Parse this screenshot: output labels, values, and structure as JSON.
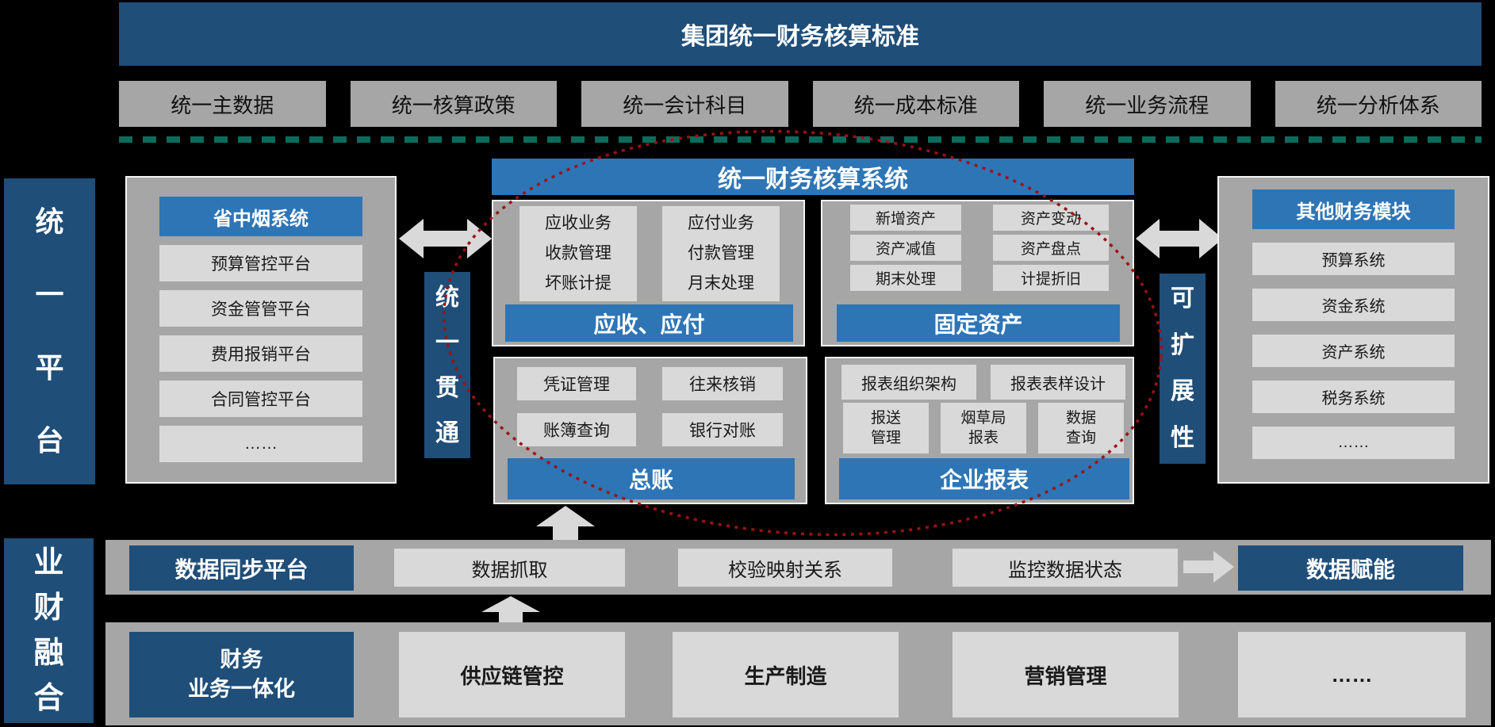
{
  "title_banner": "集团统一财务核算标准",
  "standards": [
    "统一主数据",
    "统一核算政策",
    "统一会计科目",
    "统一成本标准",
    "统一业务流程",
    "统一分析体系"
  ],
  "left_axis": "统一平台",
  "mid_axis": "统一贯通",
  "right_axis": "可扩展性",
  "bottom_axis": "业财融合",
  "left_panel": {
    "header": "省中烟系统",
    "items": [
      "预算管控平台",
      "资金管管平台",
      "费用报销平台",
      "合同管控平台",
      "……"
    ]
  },
  "system_banner": "统一财务核算系统",
  "ar_ap": {
    "col1": [
      "应收业务",
      "收款管理",
      "坏账计提"
    ],
    "col2": [
      "应付业务",
      "付款管理",
      "月末处理"
    ],
    "footer": "应收、应付"
  },
  "fixed_assets": {
    "items": [
      "新增资产",
      "资产变动",
      "资产减值",
      "资产盘点",
      "期末处理",
      "计提折旧"
    ],
    "footer": "固定资产"
  },
  "general_ledger": {
    "items": [
      "凭证管理",
      "往来核销",
      "账簿查询",
      "银行对账"
    ],
    "footer": "总账"
  },
  "reports": {
    "row1": [
      "报表组织架构",
      "报表表样设计"
    ],
    "row2": [
      {
        "l1": "报送",
        "l2": "管理"
      },
      {
        "l1": "烟草局",
        "l2": "报表"
      },
      {
        "l1": "数据",
        "l2": "查询"
      }
    ],
    "footer": "企业报表"
  },
  "right_panel": {
    "header": "其他财务模块",
    "items": [
      "预算系统",
      "资金系统",
      "资产系统",
      "税务系统",
      "……"
    ]
  },
  "sync_row": {
    "platform": "数据同步平台",
    "steps": [
      "数据抓取",
      "校验映射关系",
      "监控数据状态"
    ],
    "result": "数据赋能"
  },
  "biz_row": {
    "platform_l1": "财务",
    "platform_l2": "业务一体化",
    "systems": [
      "供应链管控",
      "生产制造",
      "营销管理",
      "……"
    ]
  },
  "colors": {
    "navy": "#1F4E79",
    "blue": "#2E75B6",
    "panel_gray": "#A6A6A6",
    "item_gray": "#D9D9D9",
    "dash_teal": "#0C6B5C",
    "ellipse_red": "#9B1212",
    "background": "#000000"
  }
}
